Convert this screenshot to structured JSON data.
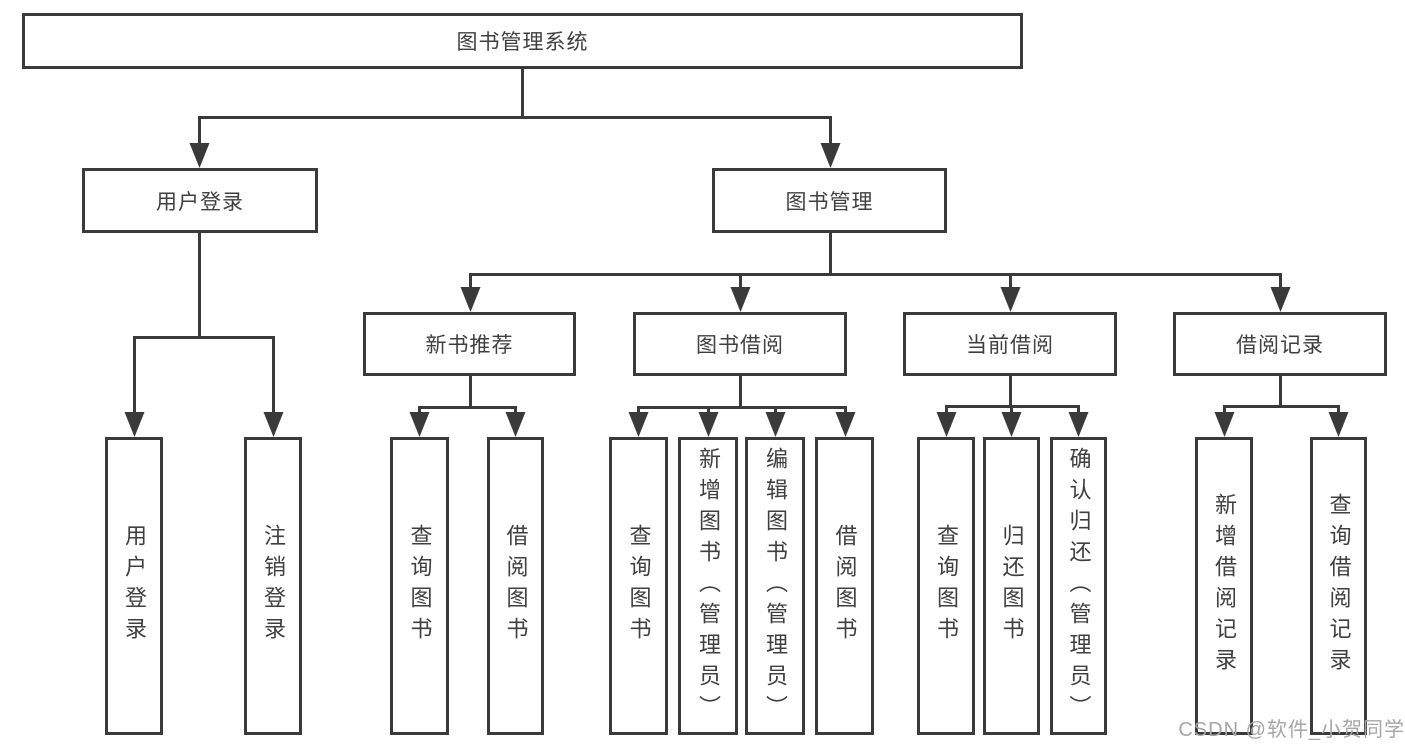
{
  "diagram_type": "hierarchy-tree",
  "nodes": {
    "root": {
      "label": "图书管理系统"
    },
    "level2": [
      {
        "label": "用户登录",
        "parent": "图书管理系统",
        "children": [
          "用户登录",
          "注销登录"
        ]
      },
      {
        "label": "图书管理",
        "parent": "图书管理系统",
        "children": [
          "新书推荐",
          "图书借阅",
          "当前借阅",
          "借阅记录"
        ]
      }
    ],
    "level3": [
      {
        "label": "新书推荐",
        "parent": "图书管理",
        "children": [
          "查询图书",
          "借阅图书"
        ]
      },
      {
        "label": "图书借阅",
        "parent": "图书管理",
        "children": [
          "查询图书",
          "新增图书（管理员）",
          "编辑图书（管理员）",
          "借阅图书"
        ]
      },
      {
        "label": "当前借阅",
        "parent": "图书管理",
        "children": [
          "查询图书",
          "归还图书",
          "确认归还（管理员）"
        ]
      },
      {
        "label": "借阅记录",
        "parent": "图书管理",
        "children": [
          "新增借阅记录",
          "查询借阅记录"
        ]
      }
    ],
    "leaves": [
      {
        "label": "用户登录",
        "parent": "用户登录"
      },
      {
        "label": "注销登录",
        "parent": "用户登录"
      },
      {
        "label": "查询图书",
        "parent": "新书推荐"
      },
      {
        "label": "借阅图书",
        "parent": "新书推荐"
      },
      {
        "label": "查询图书",
        "parent": "图书借阅"
      },
      {
        "label": "新增图书（管理员）",
        "parent": "图书借阅"
      },
      {
        "label": "编辑图书（管理员）",
        "parent": "图书借阅"
      },
      {
        "label": "借阅图书",
        "parent": "图书借阅"
      },
      {
        "label": "查询图书",
        "parent": "当前借阅"
      },
      {
        "label": "归还图书",
        "parent": "当前借阅"
      },
      {
        "label": "确认归还（管理员）",
        "parent": "当前借阅"
      },
      {
        "label": "新增借阅记录",
        "parent": "借阅记录"
      },
      {
        "label": "查询借阅记录",
        "parent": "借阅记录"
      }
    ]
  },
  "watermark": {
    "text": "CSDN @软件_小贺同学",
    "color": "#a6a6a6"
  },
  "colors": {
    "line": "#3a3a3a",
    "text": "#3f3f3f",
    "box_background": "#ffffff",
    "page_background": "#ffffff"
  }
}
